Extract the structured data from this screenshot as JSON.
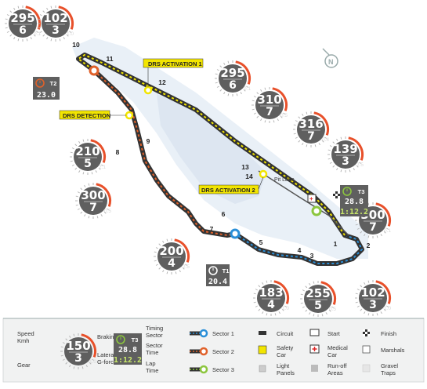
{
  "gauges": [
    {
      "speed": "295",
      "gear": "6",
      "g": "0.1"
    },
    {
      "speed": "102",
      "gear": "3",
      "g": "-1.0"
    },
    {
      "speed": "295",
      "gear": "6",
      "g": "0.1"
    },
    {
      "speed": "310",
      "gear": "7",
      "g": "-0.5"
    },
    {
      "speed": "316",
      "gear": "7",
      "g": "-0.4"
    },
    {
      "speed": "139",
      "gear": "3",
      "g": "-2.5"
    },
    {
      "speed": "210",
      "gear": "5",
      "g": "2.1"
    },
    {
      "speed": "300",
      "gear": "7",
      "g": "-0.5"
    },
    {
      "speed": "200",
      "gear": "4",
      "g": "-2.5"
    },
    {
      "speed": "300",
      "gear": "7",
      "g": "0.1"
    },
    {
      "speed": "183",
      "gear": "4",
      "g": "-1.0"
    },
    {
      "speed": "255",
      "gear": "5",
      "g": "0.5"
    },
    {
      "speed": "102",
      "gear": "3",
      "g": "-1.0"
    }
  ],
  "timing": {
    "t1": {
      "sector": "T1",
      "time": "20.4"
    },
    "t2": {
      "sector": "T2",
      "time": "23.0"
    },
    "t3": {
      "sector": "T3",
      "sector_time": "28.8",
      "lap_time": "1:12.2"
    }
  },
  "drs": {
    "activation1": "DRS ACTIVATION 1",
    "activation2": "DRS ACTIVATION 2",
    "detection": "DRS DETECTION"
  },
  "turns": [
    "1",
    "2",
    "3",
    "4",
    "5",
    "6",
    "7",
    "8",
    "9",
    "10",
    "11",
    "12",
    "13",
    "14"
  ],
  "pit_lane": "Pit Lane",
  "compass": "N",
  "legend": {
    "gauge": {
      "speed": "Speed\nKmh",
      "speed_l1": "Speed",
      "speed_l2": "Kmh",
      "gear": "Gear",
      "braking": "Braking",
      "lateral_l1": "Lateral",
      "lateral_l2": "G-force",
      "speed_val": "150",
      "gear_val": "3",
      "g_val": "-1.0"
    },
    "timing": {
      "timing_l1": "Timing",
      "timing_l2": "Sector",
      "sector_l1": "Sector",
      "sector_l2": "Time",
      "lap_l1": "Lap",
      "lap_l2": "Time",
      "sector": "T3",
      "sector_time": "28.8",
      "lap_time": "1:12.2"
    },
    "sectors": [
      "Sector 1",
      "Sector 2",
      "Sector 3"
    ],
    "keys": {
      "circuit": "Circuit",
      "safety_l1": "Safety",
      "safety_l2": "Car",
      "light_l1": "Light",
      "light_l2": "Panels",
      "start": "Start",
      "medical_l1": "Medical",
      "medical_l2": "Car",
      "runoff_l1": "Run-off",
      "runoff_l2": "Areas",
      "finish": "Finish",
      "marshals": "Marshals",
      "gravel_l1": "Gravel",
      "gravel_l2": "Traps"
    }
  },
  "colors": {
    "sector1": "#2a8fd8",
    "sector2": "#e0612a",
    "sector3": "#8cc63e",
    "drs": "#f2e500",
    "gauge": "#5f5f5f",
    "braking": "#e8502a"
  }
}
